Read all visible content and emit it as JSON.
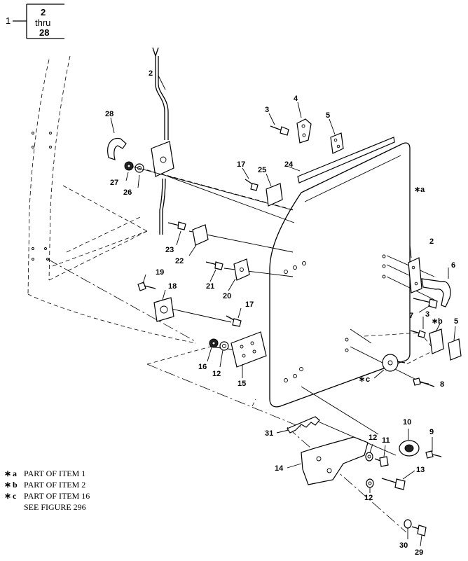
{
  "header_box": {
    "item": "1",
    "range_start": "2",
    "range_word": "thru",
    "range_end": "28"
  },
  "callouts": {
    "c2_top": "2",
    "c3_top": "3",
    "c4": "4",
    "c5_top": "5",
    "c24": "24",
    "c28": "28",
    "c27": "27",
    "c26": "26",
    "c17_top": "17",
    "c25": "25",
    "a_right": "a",
    "c2_right": "2",
    "c6": "6",
    "c7": "7",
    "c23": "23",
    "c22": "22",
    "c21": "21",
    "c20": "20",
    "c19": "19",
    "c18": "18",
    "c17_mid": "17",
    "c3_right": "3",
    "b_right": "b",
    "c5_right": "5",
    "c16": "16",
    "c12_left": "12",
    "c15": "15",
    "c_center": "c",
    "c8": "8",
    "c10": "10",
    "c9": "9",
    "c31": "31",
    "c12_mid": "12",
    "c11": "11",
    "c14": "14",
    "c13": "13",
    "c12_low": "12",
    "c30": "30",
    "c29": "29"
  },
  "legend": [
    {
      "key": "a",
      "text": "PART OF ITEM 1"
    },
    {
      "key": "b",
      "text": "PART OF ITEM 2"
    },
    {
      "key": "c",
      "text": "PART OF ITEM 16"
    }
  ],
  "legend_note": "SEE FIGURE 296"
}
